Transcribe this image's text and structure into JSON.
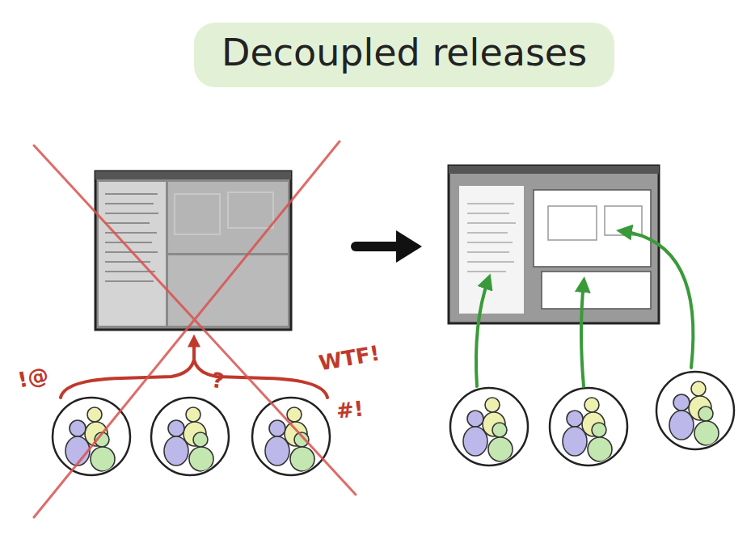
{
  "diagram": {
    "title": "Decoupled releases",
    "labels": [
      "!@",
      "?",
      "WTF!",
      "#!"
    ]
  }
}
